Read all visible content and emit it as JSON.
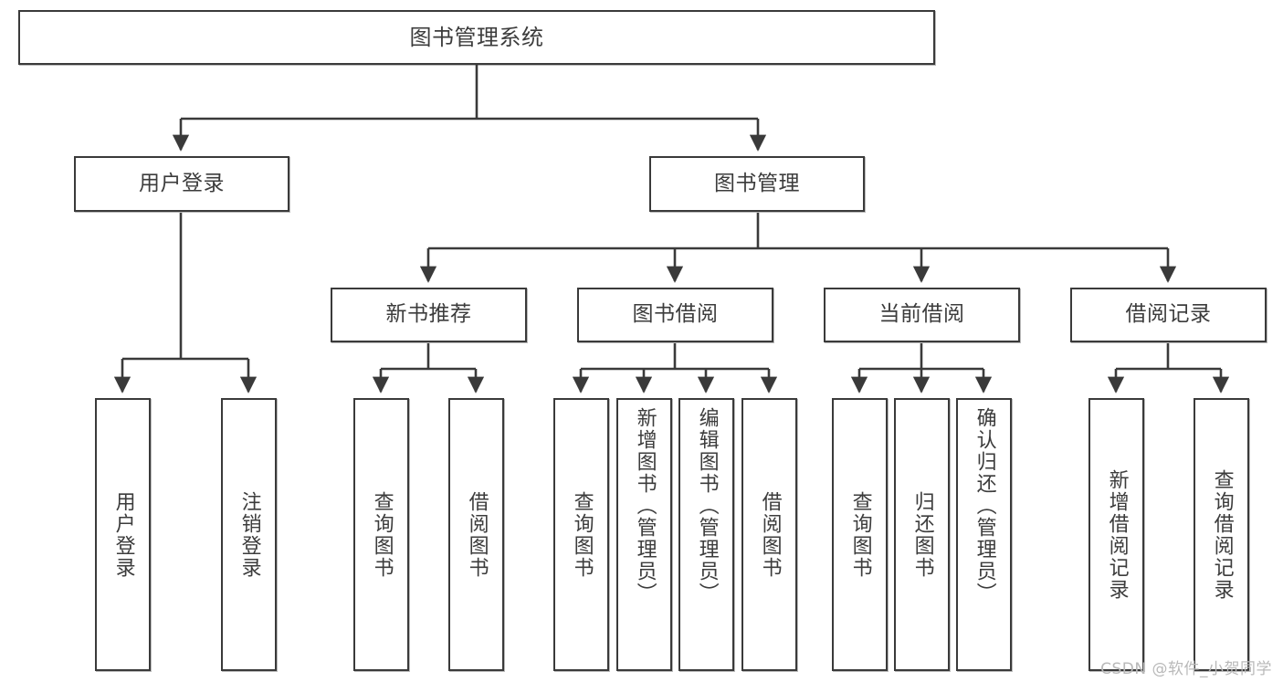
{
  "diagram": {
    "type": "tree-hierarchy",
    "title": "图书管理系统",
    "watermark": "CSDN @软件_小贺同学",
    "colors": {
      "node_border": "#3a3a3a",
      "node_fill": "#ffffff",
      "text": "#3c3c3c",
      "edge": "#3a3a3a",
      "watermark": "#b9b9b9",
      "background": "#ffffff"
    },
    "nodes": {
      "root": {
        "label": "图书管理系统"
      },
      "level2": [
        {
          "id": "user-login",
          "label": "用户登录"
        },
        {
          "id": "book-management",
          "label": "图书管理"
        }
      ],
      "level3": [
        {
          "id": "new-book-recommend",
          "label": "新书推荐"
        },
        {
          "id": "book-borrow",
          "label": "图书借阅"
        },
        {
          "id": "current-borrow",
          "label": "当前借阅"
        },
        {
          "id": "borrow-record",
          "label": "借阅记录"
        }
      ],
      "leaves": {
        "user_login": [
          {
            "id": "leaf-user-login",
            "label": "用户登录"
          },
          {
            "id": "leaf-logout-login",
            "label": "注销登录"
          }
        ],
        "new_book_recommend": [
          {
            "id": "leaf-query-book-1",
            "label": "查询图书"
          },
          {
            "id": "leaf-borrow-book-1",
            "label": "借阅图书"
          }
        ],
        "book_borrow": [
          {
            "id": "leaf-query-book-2",
            "label": "查询图书"
          },
          {
            "id": "leaf-add-book",
            "label": "新增图书（管理员）"
          },
          {
            "id": "leaf-edit-book",
            "label": "编辑图书（管理员）"
          },
          {
            "id": "leaf-borrow-book-2",
            "label": "借阅图书"
          }
        ],
        "current_borrow": [
          {
            "id": "leaf-query-book-3",
            "label": "查询图书"
          },
          {
            "id": "leaf-return-book",
            "label": "归还图书"
          },
          {
            "id": "leaf-confirm-return",
            "label": "确认归还（管理员）"
          }
        ],
        "borrow_record": [
          {
            "id": "leaf-add-borrow-record",
            "label": "新增借阅记录"
          },
          {
            "id": "leaf-query-borrow-record",
            "label": "查询借阅记录"
          }
        ]
      }
    }
  }
}
